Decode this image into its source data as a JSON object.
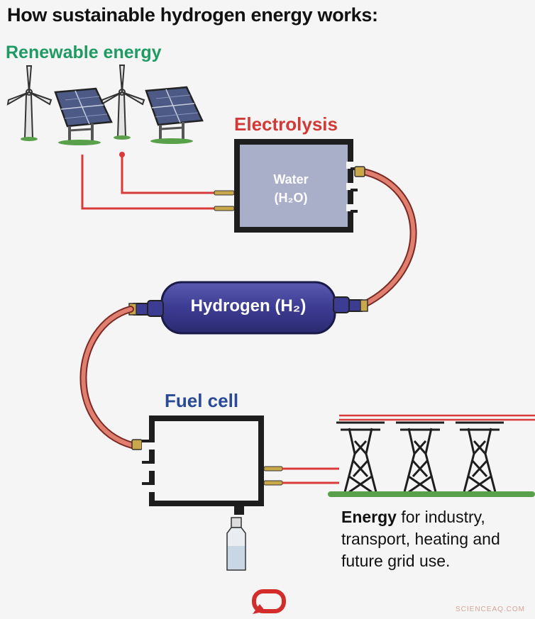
{
  "title": "How sustainable hydrogen energy works:",
  "labels": {
    "renewable": "Renewable energy",
    "electrolysis": "Electrolysis",
    "water_line1": "Water",
    "water_line2": "(H₂O)",
    "hydrogen": "Hydrogen (H₂)",
    "fuel_cell": "Fuel cell"
  },
  "energy": {
    "bold": "Energy",
    "rest": " for industry, transport, heating and future grid use."
  },
  "watermark": "SCIENCEAQ.COM",
  "colors": {
    "renewable": "#1f9a62",
    "electrolysis": "#d13a36",
    "fuel_cell": "#2b4a96",
    "hydrogen_tank": "#3d3c93",
    "hose": "#e07f6f",
    "wire": "#d93a3a",
    "logo": "#d42b2b"
  },
  "icons": [
    "wind-turbine-icon",
    "solar-panel-icon",
    "transmission-tower-icon",
    "water-bottle-icon",
    "speech-bubble-logo-icon"
  ]
}
